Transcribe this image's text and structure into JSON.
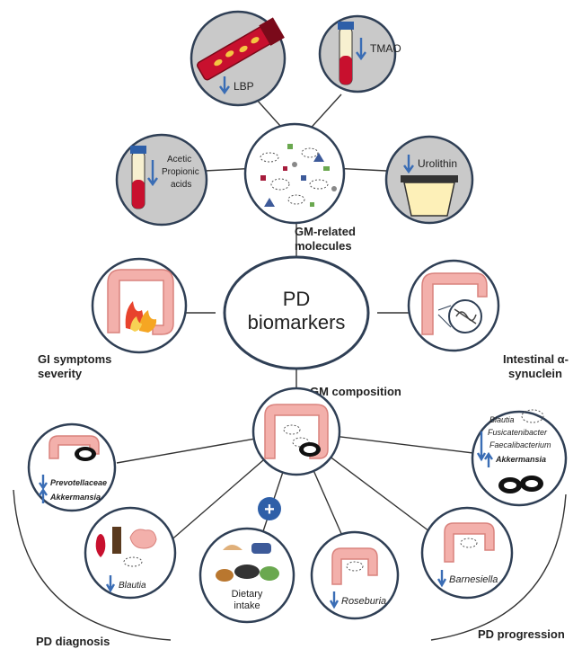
{
  "labels": {
    "center_line1": "PD",
    "center_line2": "biomarkers",
    "gm_related_1": "GM-related",
    "gm_related_2": "molecules",
    "gi_1": "GI symptoms",
    "gi_2": "severity",
    "syn_1": "Intestinal α-",
    "syn_2": "synuclein",
    "gm_composition": "GM composition",
    "pd_diagnosis": "PD diagnosis",
    "pd_progression": "PD progression"
  },
  "molecules": {
    "lbp": "LBP",
    "tmao": "TMAO",
    "acids_1": "Acetic",
    "acids_2": "Propionic",
    "acids_3": "acids",
    "urolithin": "Urolithin"
  },
  "taxa": {
    "prevotellaceae": "Prevotellaceae",
    "akkermansia": "Akkermansia",
    "blautia_diag": "Blautia",
    "dietary_1": "Dietary",
    "dietary_2": "intake",
    "roseburia": "Roseburia",
    "barnesiella": "Barnesiella",
    "prog_blautia": "Blautia",
    "prog_fusicatenibacter": "Fusicatenibacter",
    "prog_faecalibacterium": "Faecalibacterium",
    "prog_akkermansia": "Akkermansia"
  },
  "symbols": {
    "plus": "+"
  },
  "colors": {
    "outline": "#2f3f55",
    "node_fill": "#c9c9c9",
    "arrow_blue": "#3a6db5",
    "blood_red": "#c8102e",
    "colon_pink": "#f3b0ab",
    "plus_blue": "#2e5fa8"
  }
}
